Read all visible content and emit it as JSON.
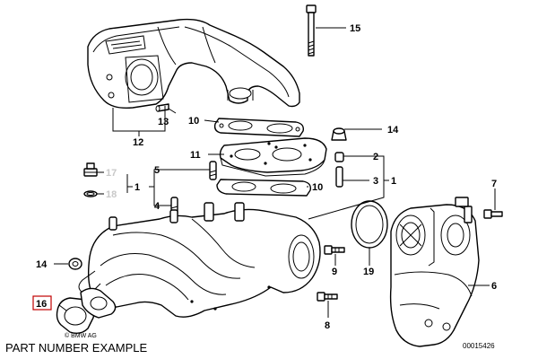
{
  "labels": {
    "l1a": "1",
    "l1b": "1",
    "l2": "2",
    "l3": "3",
    "l4": "4",
    "l5": "5",
    "l6": "6",
    "l7": "7",
    "l8": "8",
    "l9": "9",
    "l10a": "10",
    "l10b": "10",
    "l11": "11",
    "l12": "12",
    "l13": "13",
    "l14a": "14",
    "l14b": "14",
    "l15": "15",
    "l16": "16",
    "l17": "17",
    "l18": "18",
    "l19": "19"
  },
  "footer": {
    "title": "PART NUMBER EXAMPLE",
    "code": "00015426",
    "copyright": "© BMW AG"
  },
  "colors": {
    "line": "#000000",
    "highlight_box": "#c00000",
    "greyed_label": "#c8c8c8"
  }
}
